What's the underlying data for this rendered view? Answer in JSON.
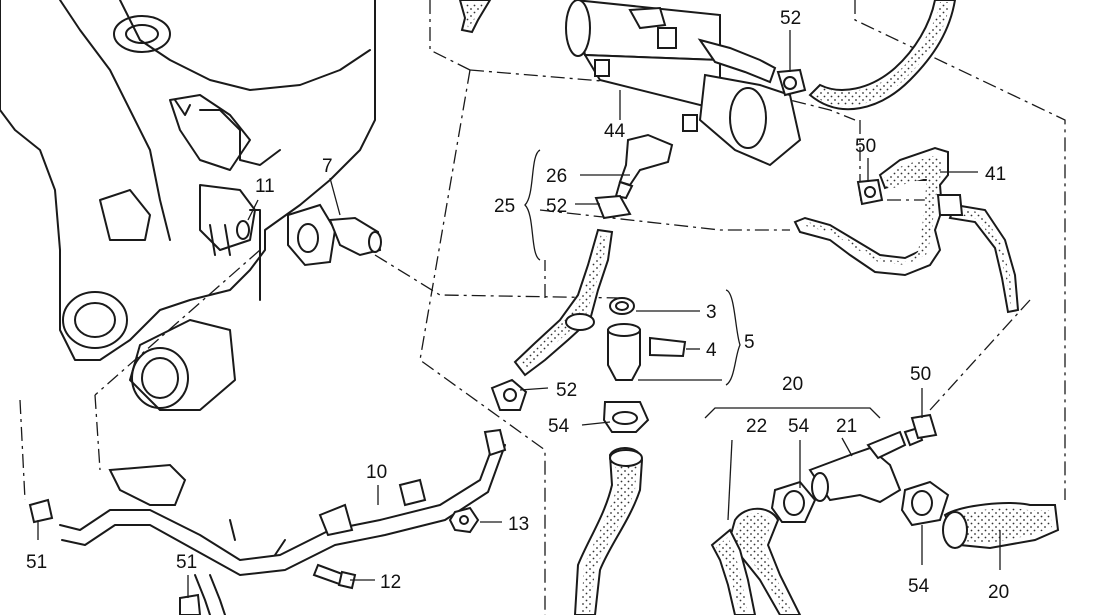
{
  "callouts": {
    "c52_top": "52",
    "c44": "44",
    "c50_top": "50",
    "c41": "41",
    "c26": "26",
    "c25": "25",
    "c52_mid": "52",
    "c11": "11",
    "c7": "7",
    "c3": "3",
    "c4": "4",
    "c5": "5",
    "c52_low": "52",
    "c54_left": "54",
    "c20_top": "20",
    "c22": "22",
    "c54_mid": "54",
    "c21": "21",
    "c50_right": "50",
    "c10": "10",
    "c13": "13",
    "c12": "12",
    "c51_left": "51",
    "c51_bottom": "51",
    "c54_bottom": "54",
    "c20_bottom": "20"
  }
}
